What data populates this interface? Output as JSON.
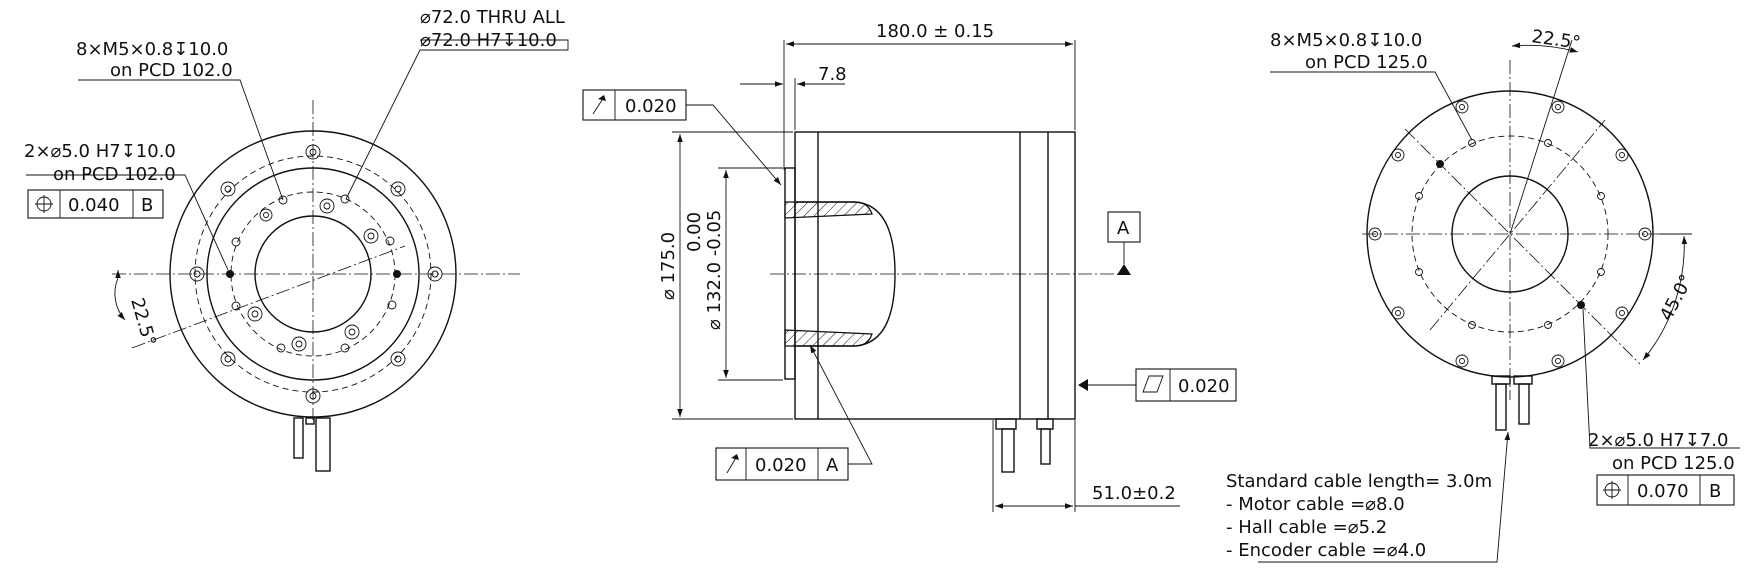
{
  "left_view": {
    "tapped_holes_line1": "8×M5×0.8↧10.0",
    "tapped_holes_line2": "on PCD 102.0",
    "bore_line1": "⌀72.0 THRU ALL",
    "bore_line2": "⌀72.0 H7↧10.0",
    "pin_holes_line1": "2×⌀5.0 H7↧10.0",
    "pin_holes_line2": "on PCD 102.0",
    "position_tol_value": "0.040",
    "position_tol_datum": "B",
    "angle_label": "22.5°"
  },
  "side_view": {
    "overall_length": "180.0 ± 0.15",
    "flange_thickness": "7.8",
    "face_runout_value": "0.020",
    "outer_diameter": "⌀ 175.0",
    "pilot_diameter": "⌀ 132.0 -0.05",
    "pilot_tol_upper": "0.00",
    "datum_a_label": "A",
    "flatness_value": "0.020",
    "radial_runout_value": "0.020",
    "radial_runout_datum": "A",
    "cable_exit_length": "51.0±0.2"
  },
  "right_view": {
    "tapped_holes_line1": "8×M5×0.8↧10.0",
    "tapped_holes_line2": "on PCD 125.0",
    "angle_top": "22.5°",
    "angle_right": "45.0°",
    "pin_holes_line1": "2×⌀5.0 H7↧7.0",
    "pin_holes_line2": "on PCD 125.0",
    "position_tol_value": "0.070",
    "position_tol_datum": "B"
  },
  "cable_notes": {
    "line1": "Standard cable length= 3.0m",
    "line2": "- Motor cable =⌀8.0",
    "line3": "- Hall cable =⌀5.2",
    "line4": "- Encoder cable =⌀4.0"
  }
}
